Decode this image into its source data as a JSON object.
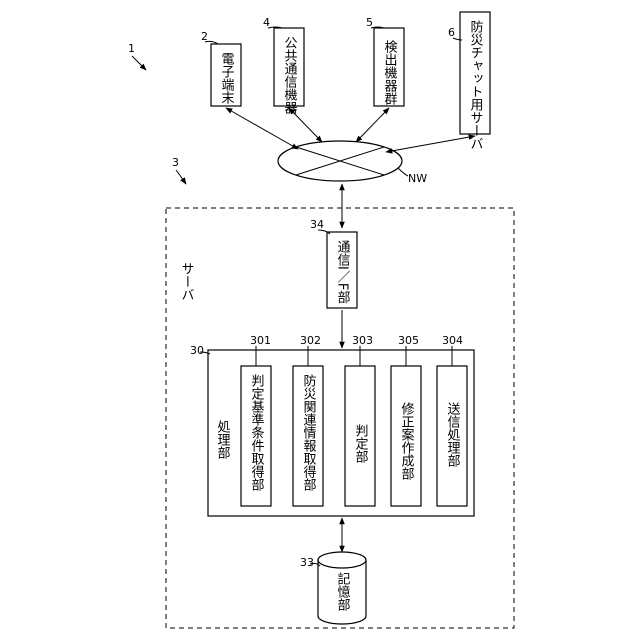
{
  "ref_numbers": {
    "system": "1",
    "terminal": "2",
    "server_group": "3",
    "public_comm": "4",
    "detectors": "5",
    "chat_server": "6",
    "processing": "30",
    "comm_if": "34",
    "storage": "33",
    "criteria_acq": "301",
    "disaster_info_acq": "302",
    "judgment": "303",
    "correction": "305",
    "transmission": "304",
    "network": "NW"
  },
  "labels": {
    "terminal": "電子端末",
    "public_comm": "公共通信機器",
    "detectors": "検出機器群",
    "chat_server": "防災チャット用サーバ",
    "server": "サーバ",
    "comm_if": "通信I／F部",
    "processing": "処理部",
    "criteria_acq": "判定基準条件取得部",
    "disaster_info_acq": "防災関連情報取得部",
    "judgment": "判定部",
    "correction": "修正案作成部",
    "transmission": "送信処理部",
    "storage": "記憶部"
  }
}
